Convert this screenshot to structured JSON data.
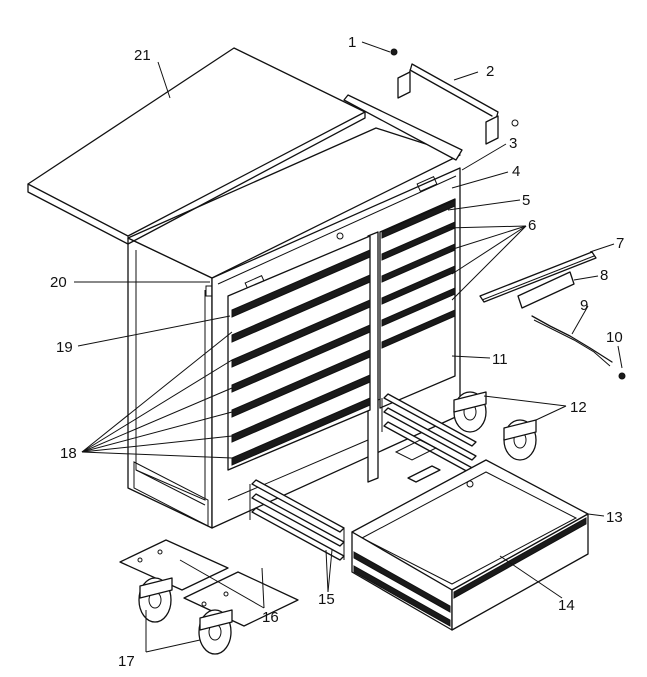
{
  "colors": {
    "ink": "#111111",
    "paper": "#ffffff"
  },
  "callouts": [
    {
      "id": "1",
      "label": "1"
    },
    {
      "id": "2",
      "label": "2"
    },
    {
      "id": "3",
      "label": "3"
    },
    {
      "id": "4",
      "label": "4"
    },
    {
      "id": "5",
      "label": "5"
    },
    {
      "id": "6",
      "label": "6"
    },
    {
      "id": "7",
      "label": "7"
    },
    {
      "id": "8",
      "label": "8"
    },
    {
      "id": "9",
      "label": "9"
    },
    {
      "id": "10",
      "label": "10"
    },
    {
      "id": "11",
      "label": "11"
    },
    {
      "id": "12",
      "label": "12"
    },
    {
      "id": "13",
      "label": "13"
    },
    {
      "id": "14",
      "label": "14"
    },
    {
      "id": "15",
      "label": "15"
    },
    {
      "id": "16",
      "label": "16"
    },
    {
      "id": "17",
      "label": "17"
    },
    {
      "id": "18",
      "label": "18"
    },
    {
      "id": "19",
      "label": "19"
    },
    {
      "id": "20",
      "label": "20"
    },
    {
      "id": "21",
      "label": "21"
    }
  ]
}
